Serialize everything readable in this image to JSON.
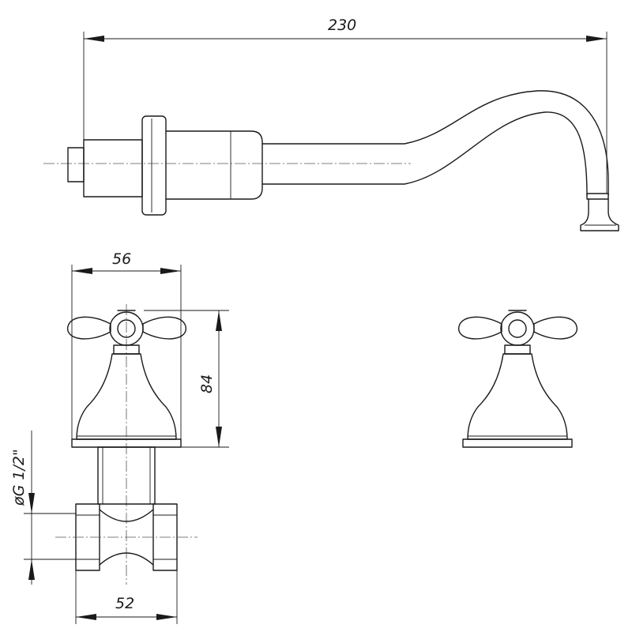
{
  "dimensions": {
    "spout_length": "230",
    "handle_width": "56",
    "valve_height": "84",
    "thread_size": "øG 1/2\"",
    "body_width": "52"
  }
}
